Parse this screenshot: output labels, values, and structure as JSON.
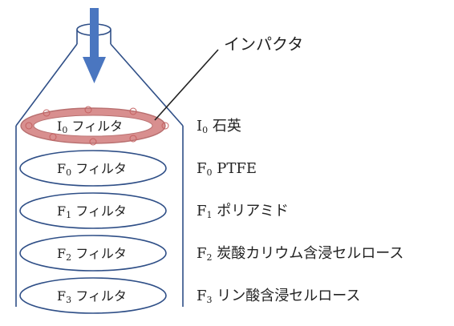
{
  "colors": {
    "outline": "#2f4f87",
    "arrow": "#4a76c0",
    "impactor_ring": "#d88f8f",
    "impactor_ring_stroke": "#b86f6f",
    "impactor_dot": "#c46060"
  },
  "callout": {
    "label": "インパクタ"
  },
  "filters": [
    {
      "id": "I",
      "sub": "0",
      "disc_text": "フィルタ",
      "material": "石英",
      "is_impactor": true
    },
    {
      "id": "F",
      "sub": "0",
      "disc_text": "フィルタ",
      "material": "PTFE",
      "is_impactor": false
    },
    {
      "id": "F",
      "sub": "1",
      "disc_text": "フィルタ",
      "material": "ポリアミド",
      "is_impactor": false
    },
    {
      "id": "F",
      "sub": "2",
      "disc_text": "フィルタ",
      "material": "炭酸カリウム含浸セルロース",
      "is_impactor": false
    },
    {
      "id": "F",
      "sub": "3",
      "disc_text": "フィルタ",
      "material": "リン酸含浸セルロース",
      "is_impactor": false
    }
  ]
}
